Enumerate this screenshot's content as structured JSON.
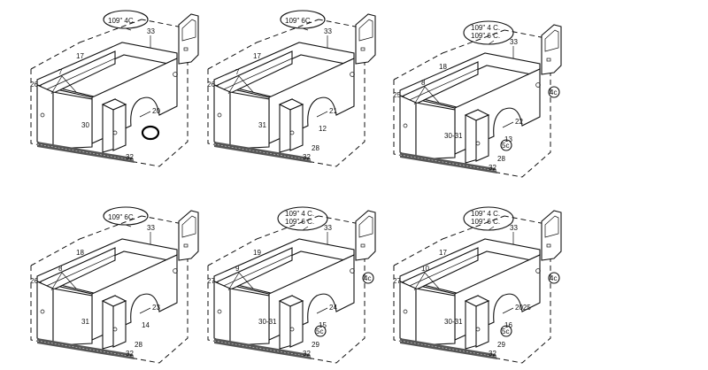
{
  "diagrams": [
    {
      "id": "1",
      "caption_lines": [
        "109\" 4C."
      ],
      "labels": {
        "side": "17",
        "top": "33",
        "rear": "26",
        "brace": "7",
        "floor": "30",
        "arch": "20",
        "skirt": "32"
      },
      "extra_labels": [],
      "circle": "",
      "highlight": true
    },
    {
      "id": "2",
      "caption_lines": [
        "109\" 6C."
      ],
      "labels": {
        "side": "17",
        "top": "33",
        "rear": "26",
        "brace": "7",
        "floor": "31",
        "arch": "21",
        "skirt": "32"
      },
      "extra_labels": [
        "12",
        "28"
      ],
      "circle": "",
      "highlight": false
    },
    {
      "id": "3",
      "caption_lines": [
        "109\" 4 C.",
        "109\" 6 C."
      ],
      "labels": {
        "side": "18",
        "top": "33",
        "rear": "25",
        "brace": "8",
        "floor": "30-31",
        "arch": "22",
        "skirt": "32"
      },
      "extra_labels": [
        "13",
        "28"
      ],
      "circle": "4c",
      "circle2": "5c",
      "highlight": false
    },
    {
      "id": "4",
      "caption_lines": [
        "109\" 6C."
      ],
      "labels": {
        "side": "18",
        "top": "33",
        "rear": "26",
        "brace": "8",
        "floor": "31",
        "arch": "23",
        "skirt": "32"
      },
      "extra_labels": [
        "14",
        "28"
      ],
      "circle": "",
      "highlight": false
    },
    {
      "id": "5",
      "caption_lines": [
        "109\" 4 C.",
        "109\" 6 C."
      ],
      "labels": {
        "side": "19",
        "top": "33",
        "rear": "27",
        "brace": "9",
        "floor": "30-31",
        "arch": "24",
        "skirt": "32"
      },
      "extra_labels": [
        "15",
        "29"
      ],
      "circle": "4c",
      "circle2": "5c",
      "highlight": false
    },
    {
      "id": "6",
      "caption_lines": [
        "109\" 4 C.",
        "109\" 6 C."
      ],
      "labels": {
        "side": "17",
        "top": "33",
        "rear": "27",
        "brace": "10",
        "floor": "30-31",
        "arch": "2025",
        "skirt": "32"
      },
      "extra_labels": [
        "16",
        "29"
      ],
      "circle": "4c",
      "circle2": "5c",
      "highlight": false
    }
  ]
}
